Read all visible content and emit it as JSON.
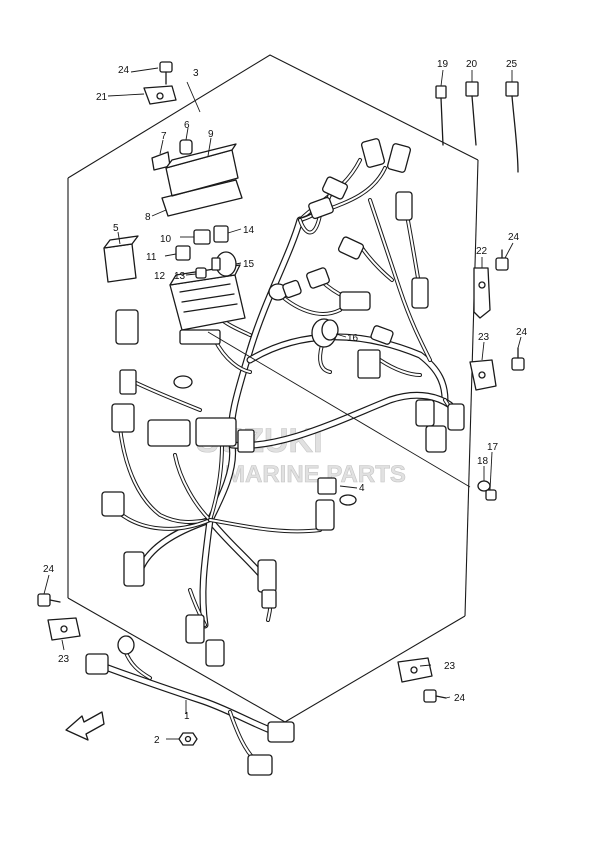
{
  "diagram": {
    "callouts": {
      "p1": "1",
      "p2": "2",
      "p3": "3",
      "p4": "4",
      "p5": "5",
      "p6": "6",
      "p7": "7",
      "p8": "8",
      "p9": "9",
      "p10": "10",
      "p11": "11",
      "p12": "12",
      "p13": "13",
      "p14": "14",
      "p15": "15",
      "p16": "16",
      "p17": "17",
      "p18": "18",
      "p19": "19",
      "p20": "20",
      "p21": "21",
      "p22a": "22",
      "p23a": "23",
      "p23b": "23",
      "p23c": "23",
      "p24a": "24",
      "p24b": "24",
      "p24c": "24",
      "p24d": "24",
      "p24e": "24",
      "p25": "25"
    },
    "watermark": {
      "line1": "SUZUKI",
      "line2": "MARINE PARTS"
    }
  }
}
